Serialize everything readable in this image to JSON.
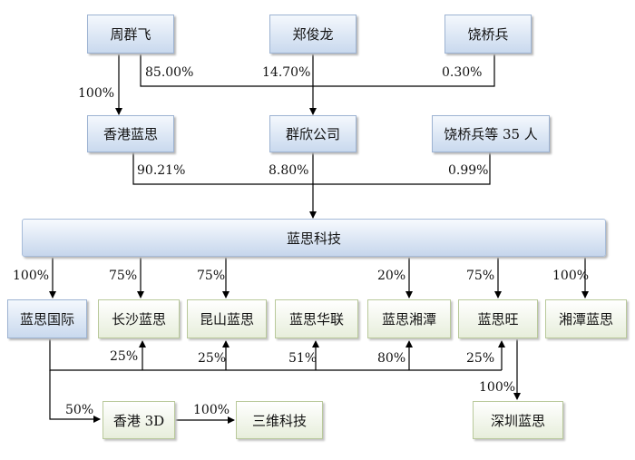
{
  "nodes": {
    "zhou_qunfei": "周群飞",
    "zheng_junlong": "郑俊龙",
    "rao_qiaobing": "饶桥兵",
    "hk_lens": "香港蓝思",
    "qunxin": "群欣公司",
    "rao_35": "饶桥兵等 35 人",
    "lens_tech": "蓝思科技",
    "lens_intl": "蓝思国际",
    "changsha": "长沙蓝思",
    "kunshan": "昆山蓝思",
    "huilian": "蓝思华联",
    "xiangtan": "蓝思湘潭",
    "lanswang": "蓝思旺",
    "xiangtan_lens": "湘潭蓝思",
    "hk3d": "香港 3D",
    "sanwei": "三维科技",
    "shenzhen": "深圳蓝思"
  },
  "labels": {
    "zhou_to_hk": "100%",
    "zhou_to_qunxin": "85.00%",
    "zheng_to_qunxin": "14.70%",
    "rao_to_qunxin": "0.30%",
    "hk_to_tech": "90.21%",
    "qunxin_to_tech": "8.80%",
    "rao35_to_tech": "0.99%",
    "tech_to_intl": "100%",
    "tech_to_changsha": "75%",
    "tech_to_kunshan": "75%",
    "tech_to_xiangtan": "20%",
    "tech_to_lanswang": "75%",
    "tech_to_xiangtan_lens": "100%",
    "intl_to_changsha": "25%",
    "intl_to_kunshan": "25%",
    "intl_to_huilian": "51%",
    "intl_to_xiangtan": "80%",
    "intl_to_lanswang": "25%",
    "intl_to_hk3d": "50%",
    "hk3d_to_sanwei": "100%",
    "lanswang_to_shenzhen": "100%"
  }
}
